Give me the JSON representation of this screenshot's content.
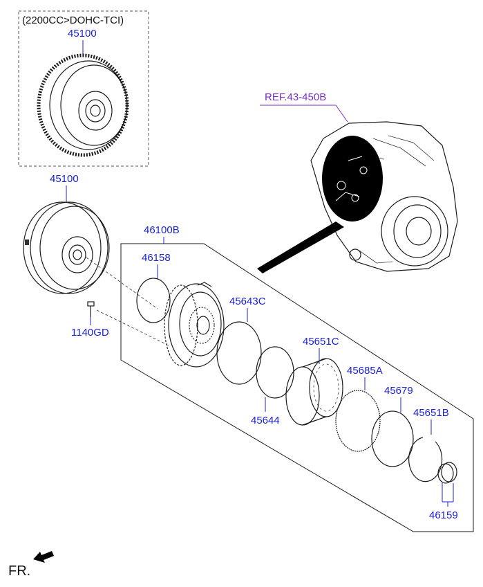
{
  "variant_note": "(2200CC>DOHC-TCI)",
  "parts": {
    "converter_alt": "45100",
    "converter": "45100",
    "bolt": "1140GD",
    "pump_assy": "46100B",
    "oring_46158": "46158",
    "ring_45643c": "45643C",
    "ring_45644": "45644",
    "drum_45651c": "45651C",
    "ring_45685a": "45685A",
    "ring_45679": "45679",
    "snap_45651b": "45651B",
    "seal_46159": "46159"
  },
  "reference": "REF.43-450B",
  "direction": "FR.",
  "colors": {
    "part_number": "#1a22d6",
    "reference": "#7a2fc4",
    "line": "#1a1a1a"
  }
}
